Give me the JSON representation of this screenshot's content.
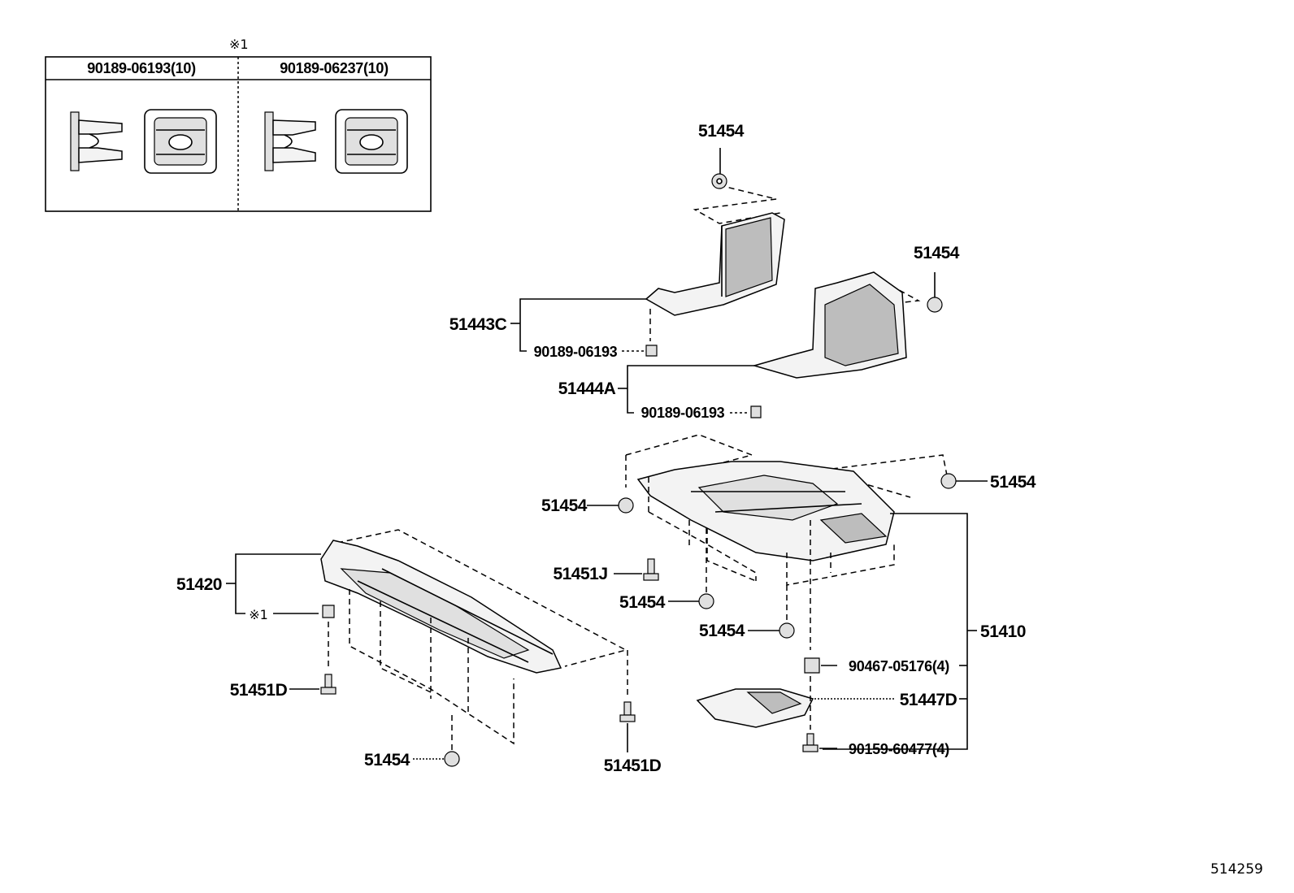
{
  "legend": {
    "note_mark": "※1",
    "columns": [
      {
        "part_number": "90189-06193(10)"
      },
      {
        "part_number": "90189-06237(10)"
      }
    ]
  },
  "callouts": {
    "p51454_top": "51454",
    "p51454_right_upper": "51454",
    "p51443C": "51443C",
    "p90189_06193_a": "90189-06193",
    "p51444A": "51444A",
    "p90189_06193_b": "90189-06193",
    "p51454_mid_left": "51454",
    "p51454_mid_right": "51454",
    "p51451J": "51451J",
    "p51454_center": "51454",
    "p51454_lower": "51454",
    "p51410": "51410",
    "p90467_05176": "90467-05176(4)",
    "p51447D": "51447D",
    "p90159_60477": "90159-60477(4)",
    "p51420": "51420",
    "note_ref": "※1",
    "p51451D_left": "51451D",
    "p51454_bottom": "51454",
    "p51451D_right": "51451D"
  },
  "figure_code": "514259",
  "icons": [
    "push-clip-icon",
    "clip-head-icon",
    "bolt-icon",
    "nut-icon",
    "clip-icon"
  ]
}
